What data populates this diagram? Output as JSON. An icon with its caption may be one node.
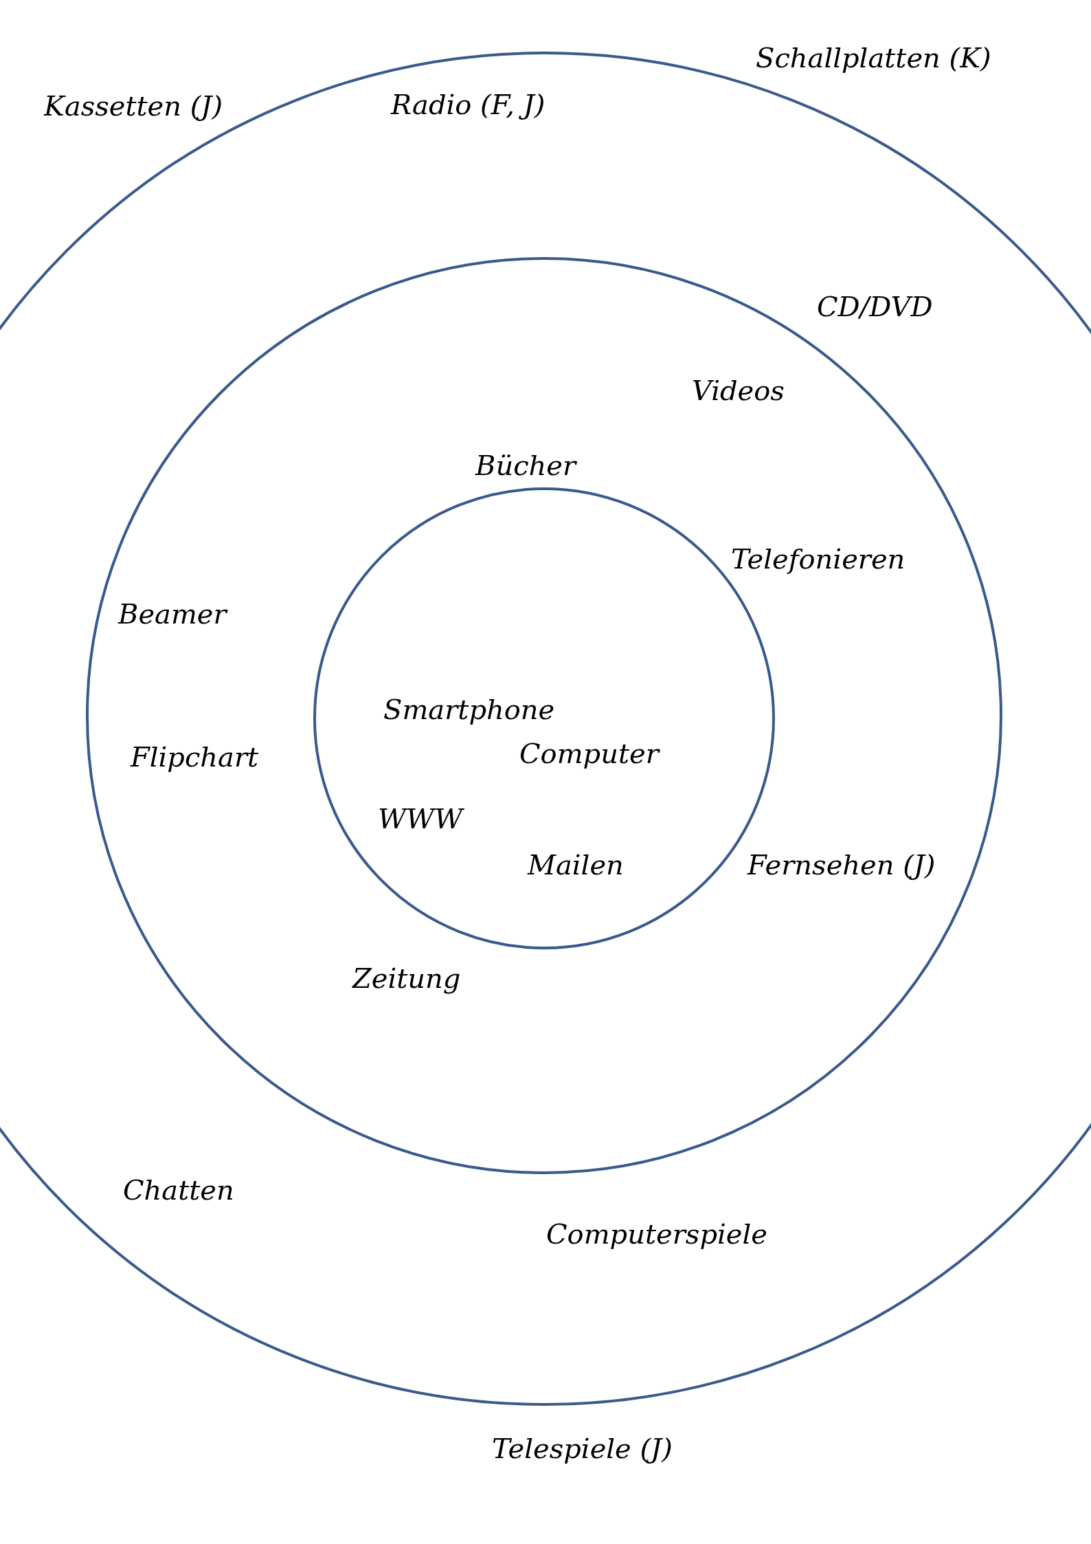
{
  "diagram": {
    "nodes": [
      {
        "text": [],
        "shape": "circle"
      },
      {
        "text": [],
        "shape": "circle",
        "in": 0
      },
      {
        "text": [],
        "shape": "circle",
        "in": 1
      }
    ],
    "labels": [
      "Kassetten (J)",
      "Radio (F, J)",
      "Schallplatten (K)",
      "CD/DVD",
      "Videos",
      "Bücher",
      "Telefonieren",
      "Beamer",
      "Smartphone",
      "Flipchart",
      "Computer",
      "WWW",
      "Mailen",
      "Fernsehen (J)",
      "Zeitung",
      "Chatten",
      "Computerspiele",
      "Telespiele (J)"
    ]
  }
}
